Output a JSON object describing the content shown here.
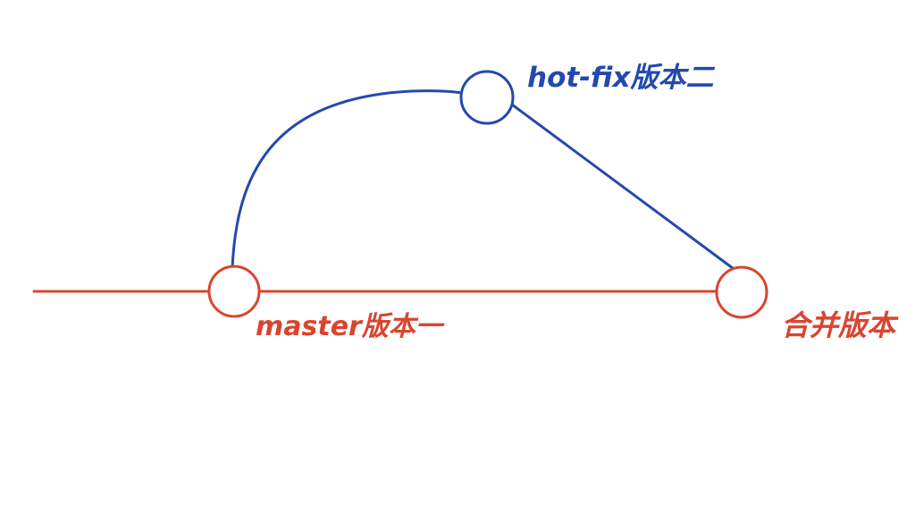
{
  "colors": {
    "master": "#d9452f",
    "hotfix": "#2449ae",
    "background": "#ffffff"
  },
  "labels": {
    "master_v1": "master版本一",
    "hotfix_v2": "hot-fix版本二",
    "merge": "合并版本"
  }
}
